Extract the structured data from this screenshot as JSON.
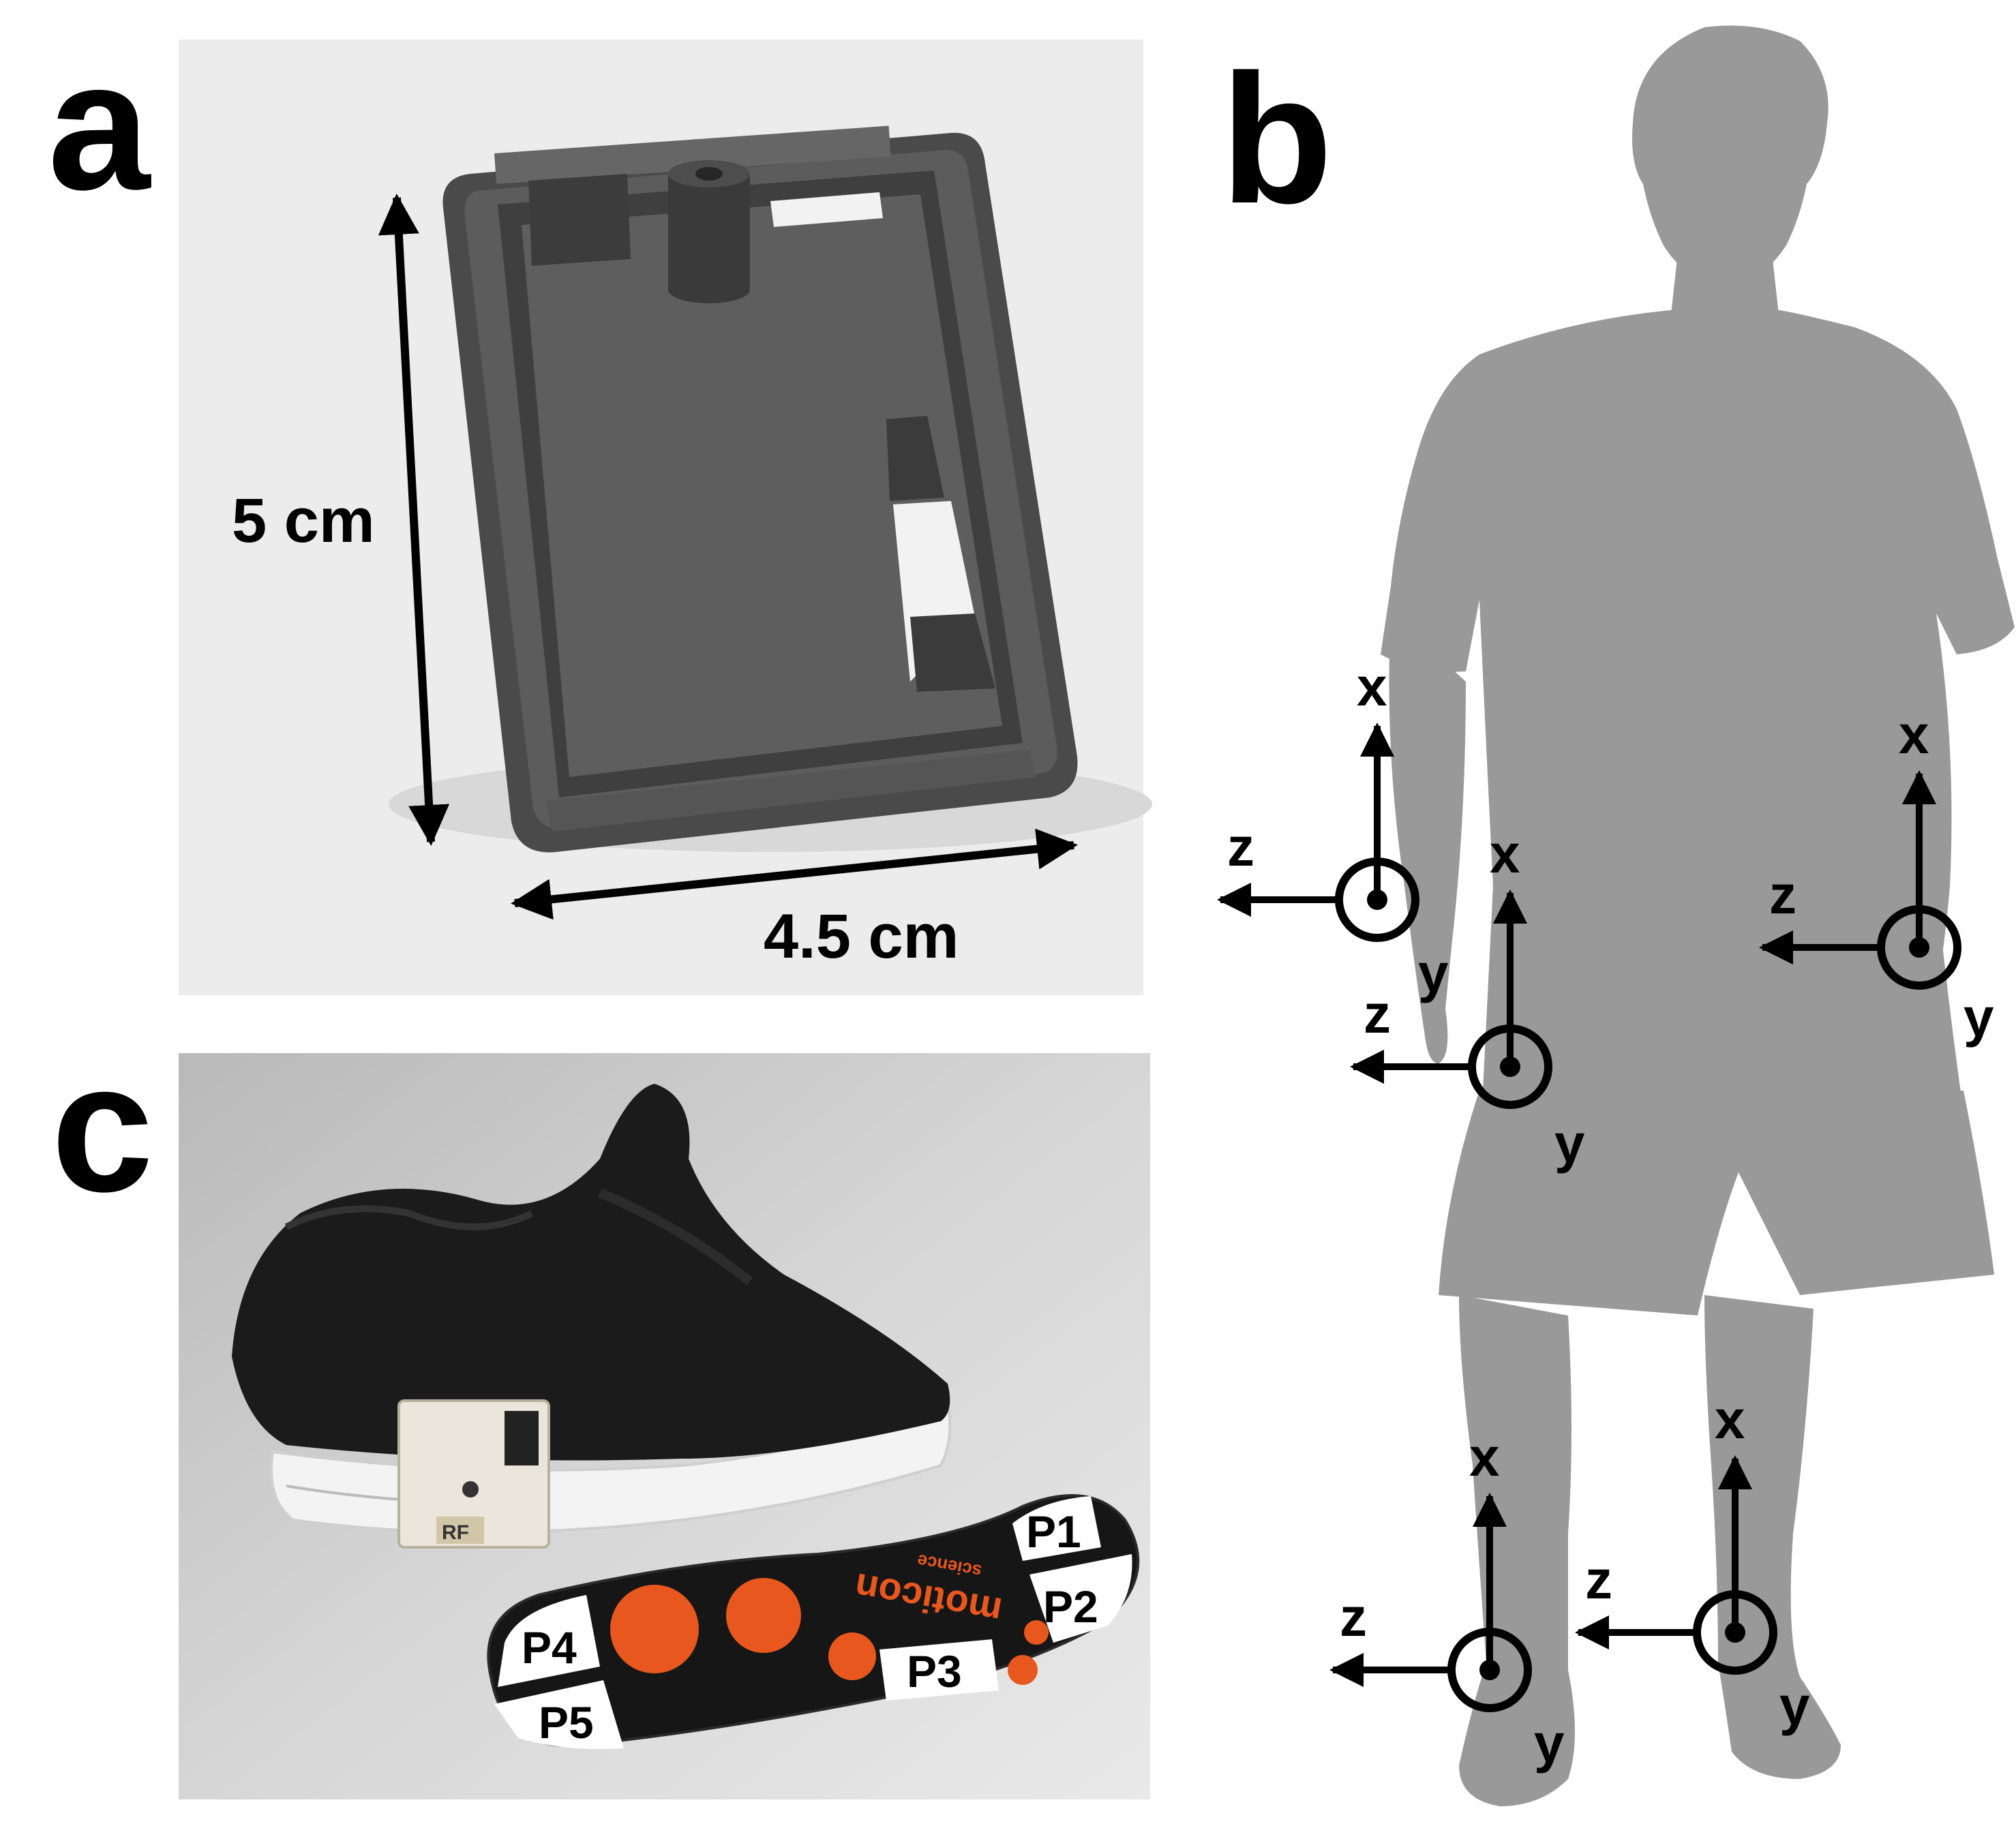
{
  "panel_a": {
    "letter": "a",
    "height_label": "5 cm",
    "width_label": "4.5 cm",
    "case_color": "#5a5a5a",
    "background_color": "#ececec"
  },
  "panel_b": {
    "letter": "b",
    "silhouette_color": "#999999",
    "axis_labels": {
      "x": "x",
      "y": "y",
      "z": "z"
    }
  },
  "panel_c": {
    "letter": "c",
    "shoe_tag": "RF",
    "insole_brand": "moticon",
    "insole_sub": "science",
    "sensor_zones": [
      "P1",
      "P2",
      "P3",
      "P4",
      "P5"
    ],
    "sensor_color": "#e8571e"
  }
}
